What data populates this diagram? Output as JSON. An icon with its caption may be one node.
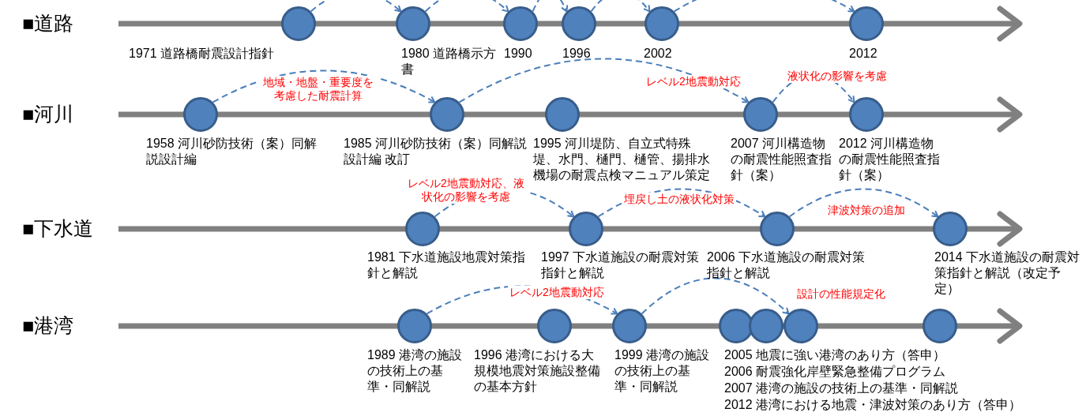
{
  "diagram": {
    "nodes": [
      {
        "text": [],
        "shape": "circle",
        "beside": [
          "1971 道路橋耐震設計指針"
        ]
      },
      {
        "text": [],
        "shape": "circle",
        "beside": [
          "1980 道路橋示方書"
        ]
      },
      {
        "text": [],
        "shape": "circle",
        "beside": [
          "1990"
        ]
      },
      {
        "text": [],
        "shape": "circle",
        "beside": [
          "1996"
        ]
      },
      {
        "text": [],
        "shape": "circle",
        "beside": [
          "2002"
        ]
      },
      {
        "text": [],
        "shape": "circle",
        "beside": [
          "2012"
        ]
      },
      {
        "text": [],
        "shape": "circle",
        "beside": [
          "1958 河川砂防技術（案）同解説設計編"
        ]
      },
      {
        "text": [],
        "shape": "circle",
        "beside": [
          "1985 河川砂防技術（案）同解説設計編 改訂"
        ]
      },
      {
        "text": [],
        "shape": "circle",
        "beside": [
          "1995 河川堤防、自立式特殊堤、水門、樋門、樋管、揚排水機場の耐震点検マニュアル策定"
        ]
      },
      {
        "text": [],
        "shape": "circle",
        "beside": [
          "2007 河川構造物の耐震性能照査指針（案）"
        ]
      },
      {
        "text": [],
        "shape": "circle",
        "beside": [
          "2012 河川構造物の耐震性能照査指針（案）"
        ]
      },
      {
        "text": [],
        "shape": "circle",
        "beside": [
          "1981 下水道施設地震対策指針と解説"
        ]
      },
      {
        "text": [],
        "shape": "circle",
        "beside": [
          "1997 下水道施設の耐震対策指針と解説"
        ]
      },
      {
        "text": [],
        "shape": "circle",
        "beside": [
          "2006 下水道施設の耐震対策指針と解説"
        ]
      },
      {
        "text": [],
        "shape": "circle",
        "beside": [
          "2014 下水道施設の耐震対策指針と解説（改定予定）"
        ]
      },
      {
        "text": [],
        "shape": "circle",
        "beside": [
          "1989 港湾の施設の技術上の基準・同解説"
        ]
      },
      {
        "text": [],
        "shape": "circle",
        "beside": [
          "1996 港湾における大規模地震対策施設整備の基本方針"
        ]
      },
      {
        "text": [],
        "shape": "circle",
        "beside": [
          "1999 港湾の施設の技術上の基準・同解説"
        ]
      },
      {
        "text": [],
        "shape": "circle",
        "beside": [
          "2005 地震に強い港湾のあり方（答申）"
        ]
      },
      {
        "text": [],
        "shape": "circle",
        "beside": [
          "2006 耐震強化岸壁緊急整備プログラム"
        ]
      },
      {
        "text": [],
        "shape": "circle",
        "beside": [
          "2007 港湾の施設の技術上の基準・同解説"
        ]
      },
      {
        "text": [],
        "shape": "circle"
      }
    ],
    "edges": [
      {
        "from": 0,
        "to": 1,
        "arrow": "to",
        "style": "dashed"
      },
      {
        "from": 1,
        "to": 2,
        "arrow": "to",
        "style": "dashed"
      },
      {
        "from": 2,
        "to": 3,
        "arrow": "to",
        "style": "dashed"
      },
      {
        "from": 3,
        "to": 4,
        "arrow": "to",
        "style": "dashed"
      },
      {
        "from": 4,
        "to": 5,
        "arrow": "to",
        "style": "dashed"
      },
      {
        "from": 6,
        "to": 7,
        "arrow": "to",
        "style": "dashed",
        "label": "地域・地盤・重要度を考慮した耐震計算"
      },
      {
        "from": 7,
        "to": 9,
        "arrow": "to",
        "style": "dashed",
        "label": "レベル2地震動対応"
      },
      {
        "from": 9,
        "to": 10,
        "arrow": "to",
        "style": "dashed",
        "label": "液状化の影響を考慮"
      },
      {
        "from": 11,
        "to": 12,
        "arrow": "to",
        "style": "dashed",
        "label": "レベル2地震動対応、液状化の影響を考慮"
      },
      {
        "from": 12,
        "to": 13,
        "arrow": "to",
        "style": "dashed",
        "label": "埋戻し土の液状化対策"
      },
      {
        "from": 13,
        "to": 14,
        "arrow": "to",
        "style": "dashed",
        "label": "津波対策の追加"
      },
      {
        "from": 15,
        "to": 17,
        "arrow": "to",
        "style": "dashed",
        "label": "レベル2地震動対応"
      },
      {
        "from": 17,
        "to": 20,
        "arrow": "to",
        "style": "dashed",
        "label": "設計の性能規定化"
      }
    ],
    "labels": [
      "■道路",
      "■河川",
      "■下水道",
      "■港湾",
      "2012 港湾における地震・津波対策のあり方（答申）"
    ]
  }
}
